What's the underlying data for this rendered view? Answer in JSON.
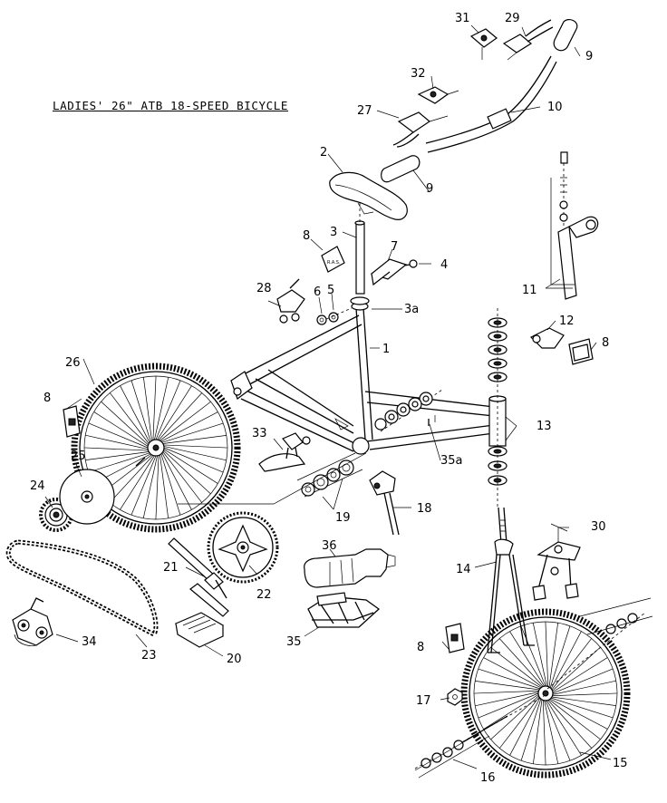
{
  "title": "LADIES' 26\" ATB 18-SPEED BICYCLE",
  "callouts": {
    "c1": "1",
    "c2": "2",
    "c3": "3",
    "c3a": "3a",
    "c4": "4",
    "c5": "5",
    "c6": "6",
    "c7": "7",
    "c8a": "8",
    "c8b": "8",
    "c8c": "8",
    "c8d": "8",
    "c9a": "9",
    "c9b": "9",
    "c10": "10",
    "c11": "11",
    "c12": "12",
    "c13": "13",
    "c14": "14",
    "c15": "15",
    "c16": "16",
    "c17": "17",
    "c18": "18",
    "c19": "19",
    "c20": "20",
    "c21": "21",
    "c22": "22",
    "c23": "23",
    "c24": "24",
    "c25": "25",
    "c26": "26",
    "c27": "27",
    "c28": "28",
    "c29": "29",
    "c30": "30",
    "c31": "31",
    "c32": "32",
    "c33": "33",
    "c34": "34",
    "c35": "35",
    "c35a": "35a",
    "c36": "36"
  },
  "decal_text": "R.A.S."
}
